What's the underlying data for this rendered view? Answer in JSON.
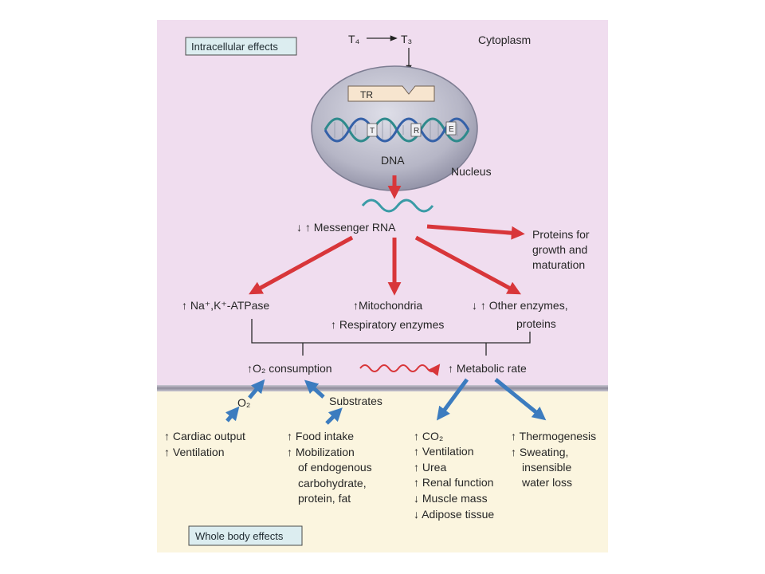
{
  "colors": {
    "intracellular_bg": "#f0ddef",
    "whole_body_bg": "#fbf5df",
    "label_box": "#dcedf0",
    "red_arrow": "#d8363a",
    "blue_arrow": "#3c7cbf",
    "nucleus": "#b6b6c6"
  },
  "panels": {
    "intracellular_label": "Intracellular effects",
    "whole_body_label": "Whole body effects"
  },
  "hormones": {
    "t4": "T₄",
    "t3": "T₃",
    "t3_bound": "T₃"
  },
  "cytoplasm": "Cytoplasm",
  "nucleus": {
    "label": "Nucleus",
    "receptor": "TR",
    "dna": "DNA",
    "response_element": [
      "T",
      "R",
      "E"
    ]
  },
  "mrna": "↓ ↑ Messenger RNA",
  "products": {
    "proteins": [
      "Proteins for",
      "growth and",
      "maturation"
    ],
    "atpase": "↑ Na⁺,K⁺-ATPase",
    "mitochondria": "↑Mitochondria",
    "respiratory": "↑ Respiratory enzymes",
    "other_enzymes": [
      "↓ ↑ Other enzymes,",
      "proteins"
    ]
  },
  "outcomes": {
    "o2_consumption": "↑O₂ consumption",
    "metabolic_rate": "↑ Metabolic rate"
  },
  "inputs": {
    "o2": "O₂",
    "substrates": "Substrates"
  },
  "whole_body": {
    "cardio": [
      "↑ Cardiac output",
      "↑ Ventilation"
    ],
    "nutrition": [
      "↑ Food intake",
      "↑ Mobilization",
      "of endogenous",
      "carbohydrate,",
      "protein, fat"
    ],
    "metabolic": [
      "↑ CO₂",
      "↑ Ventilation",
      "↑ Urea",
      "↑ Renal function",
      "↓ Muscle mass",
      "↓ Adipose tissue"
    ],
    "thermal": [
      "↑ Thermogenesis",
      "↑ Sweating,",
      "insensible",
      "water loss"
    ]
  }
}
